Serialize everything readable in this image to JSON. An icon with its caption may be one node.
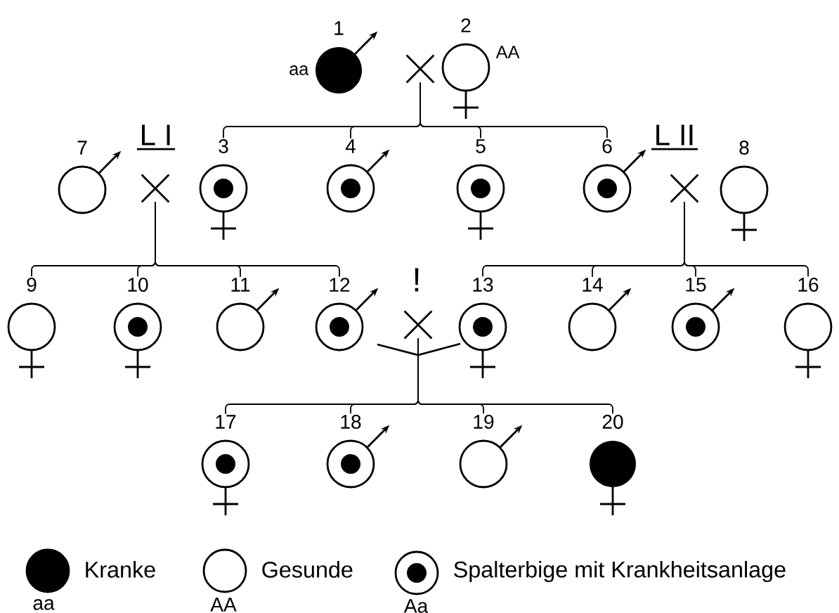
{
  "diagram": {
    "nodes": [
      {
        "text": [
          "1"
        ],
        "beside": [
          "aa"
        ]
      },
      {
        "text": [],
        "shape": "cross"
      },
      {
        "text": [
          "2"
        ],
        "beside": [
          "AA"
        ]
      },
      {
        "text": [
          "7"
        ]
      },
      {
        "text": [],
        "shape": "cross"
      },
      {
        "text": [
          "3"
        ]
      },
      {
        "text": [
          "4"
        ]
      },
      {
        "text": [
          "5"
        ]
      },
      {
        "text": [
          "6"
        ]
      },
      {
        "text": [],
        "shape": "cross"
      },
      {
        "text": [
          "8"
        ]
      },
      {
        "text": [
          "9"
        ]
      },
      {
        "text": [
          "10"
        ]
      },
      {
        "text": [
          "11"
        ]
      },
      {
        "text": [
          "12"
        ]
      },
      {
        "text": [],
        "shape": "cross"
      },
      {
        "text": [
          "13"
        ]
      },
      {
        "text": [
          "14"
        ]
      },
      {
        "text": [
          "15"
        ]
      },
      {
        "text": [
          "16"
        ]
      },
      {
        "text": [
          "17"
        ]
      },
      {
        "text": [
          "18"
        ]
      },
      {
        "text": [
          "19"
        ]
      },
      {
        "text": [
          "20"
        ]
      }
    ],
    "edges": [
      {
        "from": 1,
        "to": 5,
        "arrow": "none"
      },
      {
        "from": 1,
        "to": 6,
        "arrow": "none"
      },
      {
        "from": 1,
        "to": 7,
        "arrow": "none"
      },
      {
        "from": 1,
        "to": 8,
        "arrow": "none"
      },
      {
        "from": 4,
        "to": 11,
        "arrow": "none"
      },
      {
        "from": 4,
        "to": 12,
        "arrow": "none"
      },
      {
        "from": 4,
        "to": 13,
        "arrow": "none"
      },
      {
        "from": 4,
        "to": 14,
        "arrow": "none"
      },
      {
        "from": 9,
        "to": 16,
        "arrow": "none"
      },
      {
        "from": 9,
        "to": 17,
        "arrow": "none"
      },
      {
        "from": 9,
        "to": 18,
        "arrow": "none"
      },
      {
        "from": 9,
        "to": 19,
        "arrow": "none"
      },
      {
        "from": 15,
        "to": 20,
        "arrow": "none"
      },
      {
        "from": 15,
        "to": 21,
        "arrow": "none"
      },
      {
        "from": 15,
        "to": 22,
        "arrow": "none"
      },
      {
        "from": 15,
        "to": 23,
        "arrow": "none"
      }
    ],
    "labels": [
      "L I",
      "L II",
      "!",
      "aa",
      "AA",
      "Aa"
    ],
    "legend": [
      {
        "text": "Kranke",
        "color": "#000000"
      },
      {
        "text": "Gesunde"
      },
      {
        "text": "Spalterbige mit Krankheitsanlage"
      }
    ]
  }
}
